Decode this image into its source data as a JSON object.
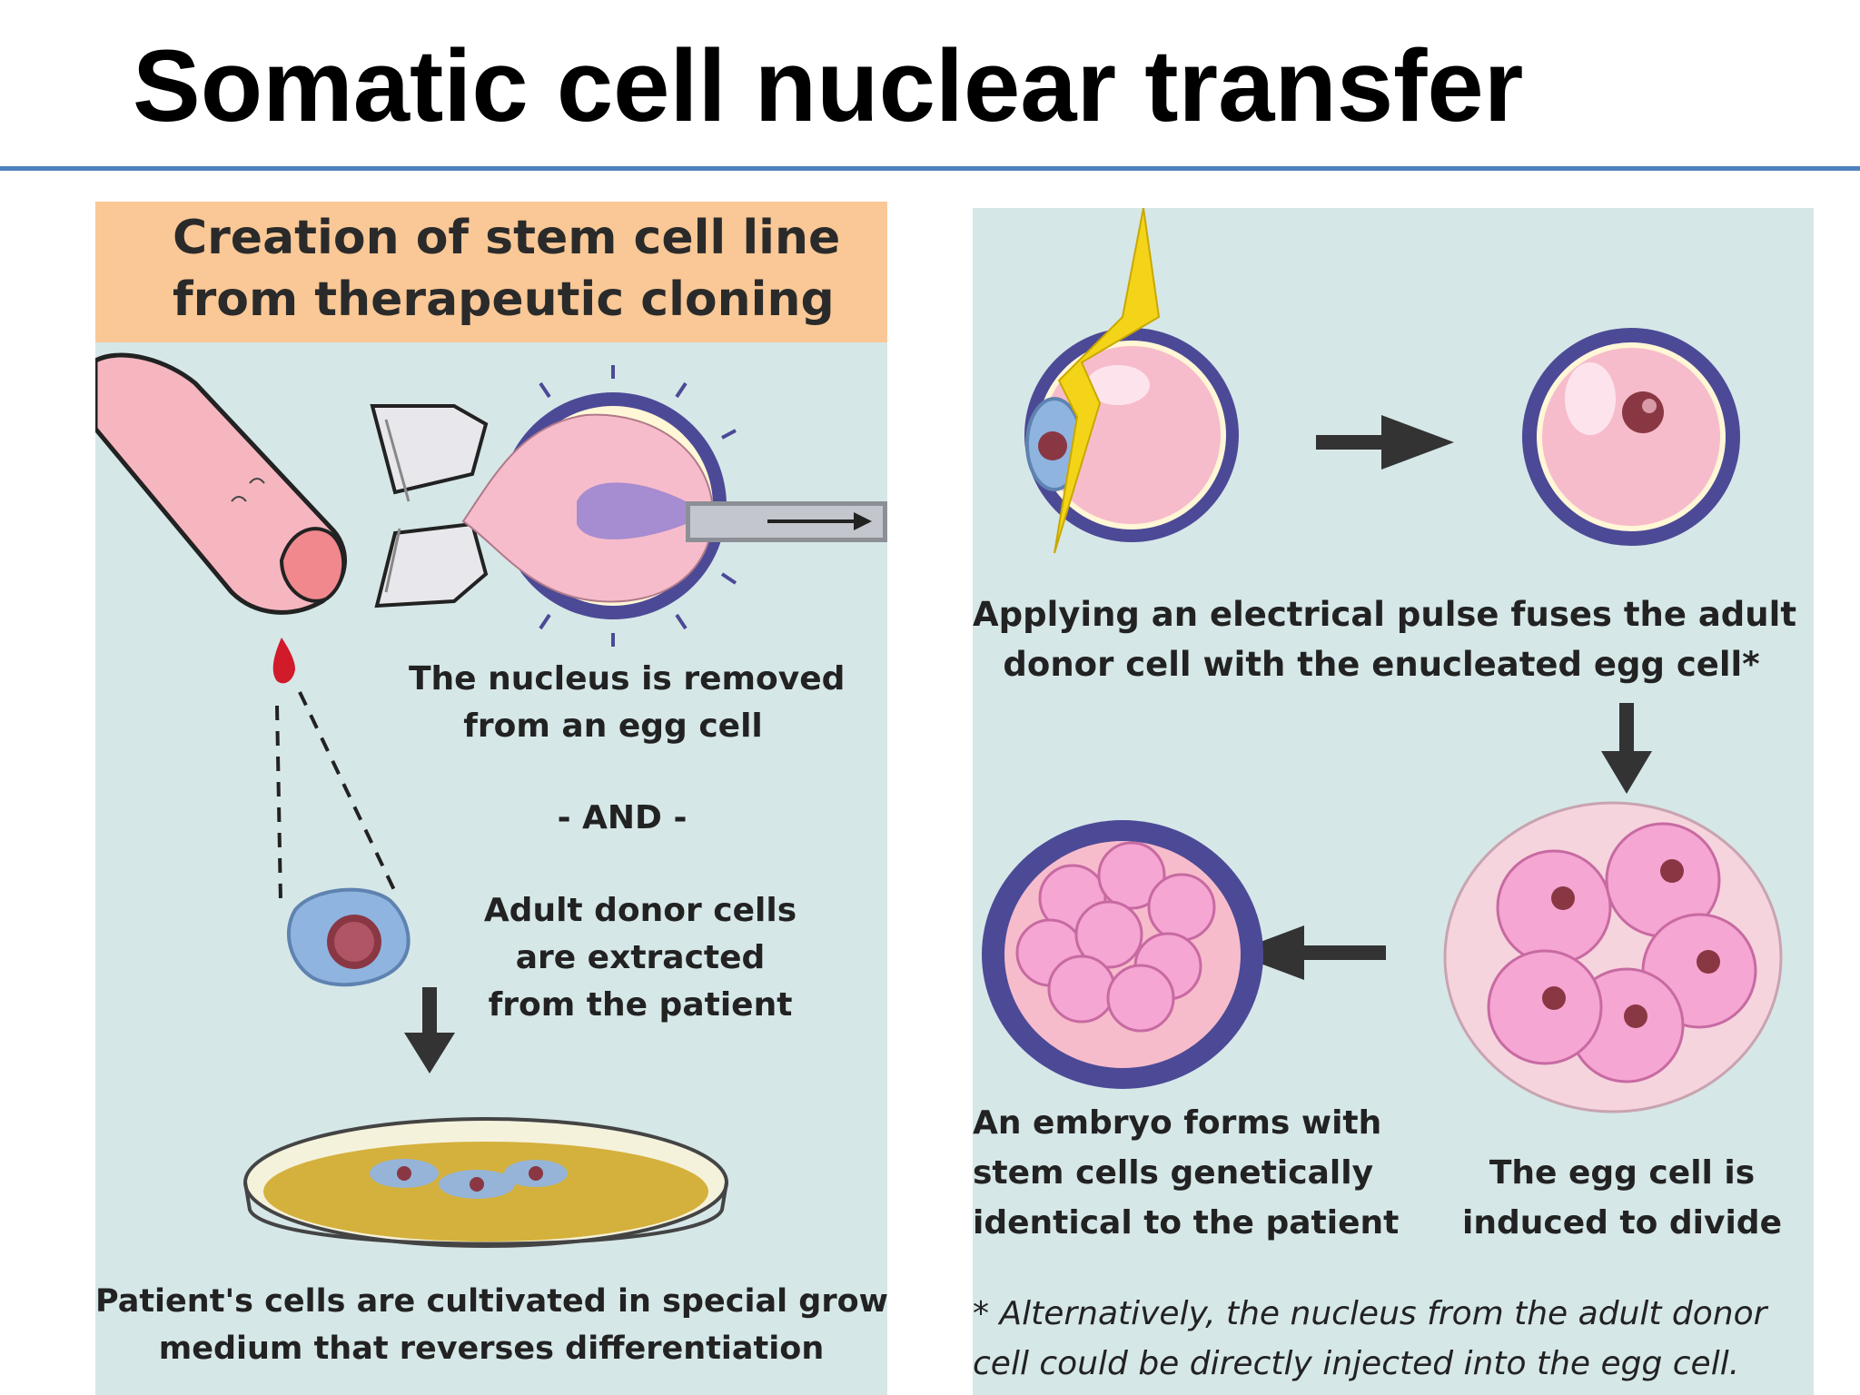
{
  "slide": {
    "title": "Somatic cell nuclear transfer",
    "accent_color": "#4f81bd"
  },
  "left_panel": {
    "header_line1": "Creation of stem cell line",
    "header_line2": "from therapeutic cloning",
    "nucleus_removed_line1": "The nucleus is removed",
    "nucleus_removed_line2": "from an egg cell",
    "and_text": "- AND -",
    "donor_line1": "Adult donor cells",
    "donor_line2": "are extracted",
    "donor_line3": "from the patient",
    "cultivated_line1": "Patient's cells are cultivated in special growth",
    "cultivated_line2": "medium that reverses differentiation"
  },
  "right_panel": {
    "pulse_line1": "Applying an electrical pulse fuses the adult",
    "pulse_line2": "donor cell with the enucleated egg cell*",
    "embryo_line1": "An embryo forms with",
    "embryo_line2": "stem cells genetically",
    "embryo_line3": "identical  to the patient",
    "divide_line1": "The egg cell is",
    "divide_line2": "induced to divide",
    "footnote_line1": "* Alternatively, the nucleus from the adult donor",
    "footnote_line2": "cell could be directly injected into the egg cell."
  },
  "colors": {
    "panel_bg": "#d6e7e8",
    "header_bg": "#f9c896",
    "egg_pink": "#f7bccb",
    "membrane_purple": "#4c4a96",
    "lightning": "#f4d418"
  },
  "icons": [
    "finger-icon",
    "blood-drop-icon",
    "pipette-icon",
    "egg-cell-icon",
    "donor-cell-icon",
    "petri-dish-icon",
    "lightning-icon",
    "arrow-icon",
    "cell-cluster-icon",
    "embryo-icon"
  ]
}
